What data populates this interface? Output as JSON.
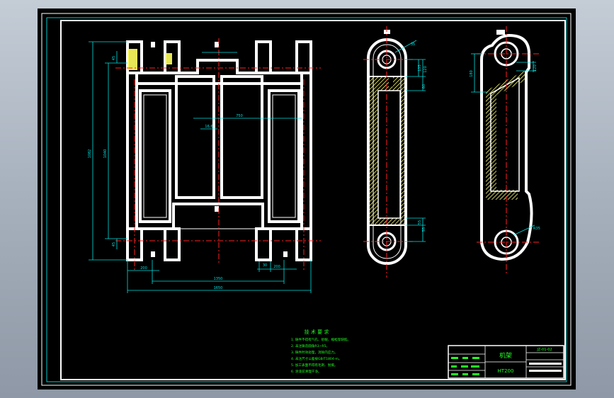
{
  "colors": {
    "background": "#000000",
    "border": "#ffffff",
    "dimension": "#00e0e0",
    "centerline": "#ff2020",
    "hatch": "#ffff80",
    "notes": "#20ff20",
    "highlight": "#ffff00"
  },
  "drawing": {
    "technical_requirements": {
      "title": "技 术 要 求",
      "items": [
        "1. 铸件不得有气孔、砂眼、缩松等缺陷。",
        "2. 未注铸造圆角R3~R5。",
        "3. 铸件时效处理，消除内应力。",
        "4. 未注尺寸公差按GB/T1804-m。",
        "5. 加工表面不得有毛刺、划痕。",
        "6. 涂漆前清理干净。"
      ]
    },
    "title_block": {
      "part_name": "机架",
      "drawing_number": "JZ-01-02",
      "material": "HT200"
    },
    "front_view_dims": {
      "overall_height": "1082",
      "inner_height": "1040",
      "top_small": "45",
      "bottom_small": "45",
      "center_gap": "16.6",
      "half_width": "750",
      "foot_left": "200",
      "foot_right": "200",
      "span_inner": "1350",
      "span_outer": "1650",
      "bottom_tab": "30"
    },
    "side_view_dims": {
      "d1": "120",
      "d2": "135",
      "d3": "60",
      "d4": "55",
      "d5": "55",
      "d6": "35"
    },
    "section_view_dims": {
      "d1": "180",
      "d2": "120",
      "d3": "R35"
    }
  }
}
